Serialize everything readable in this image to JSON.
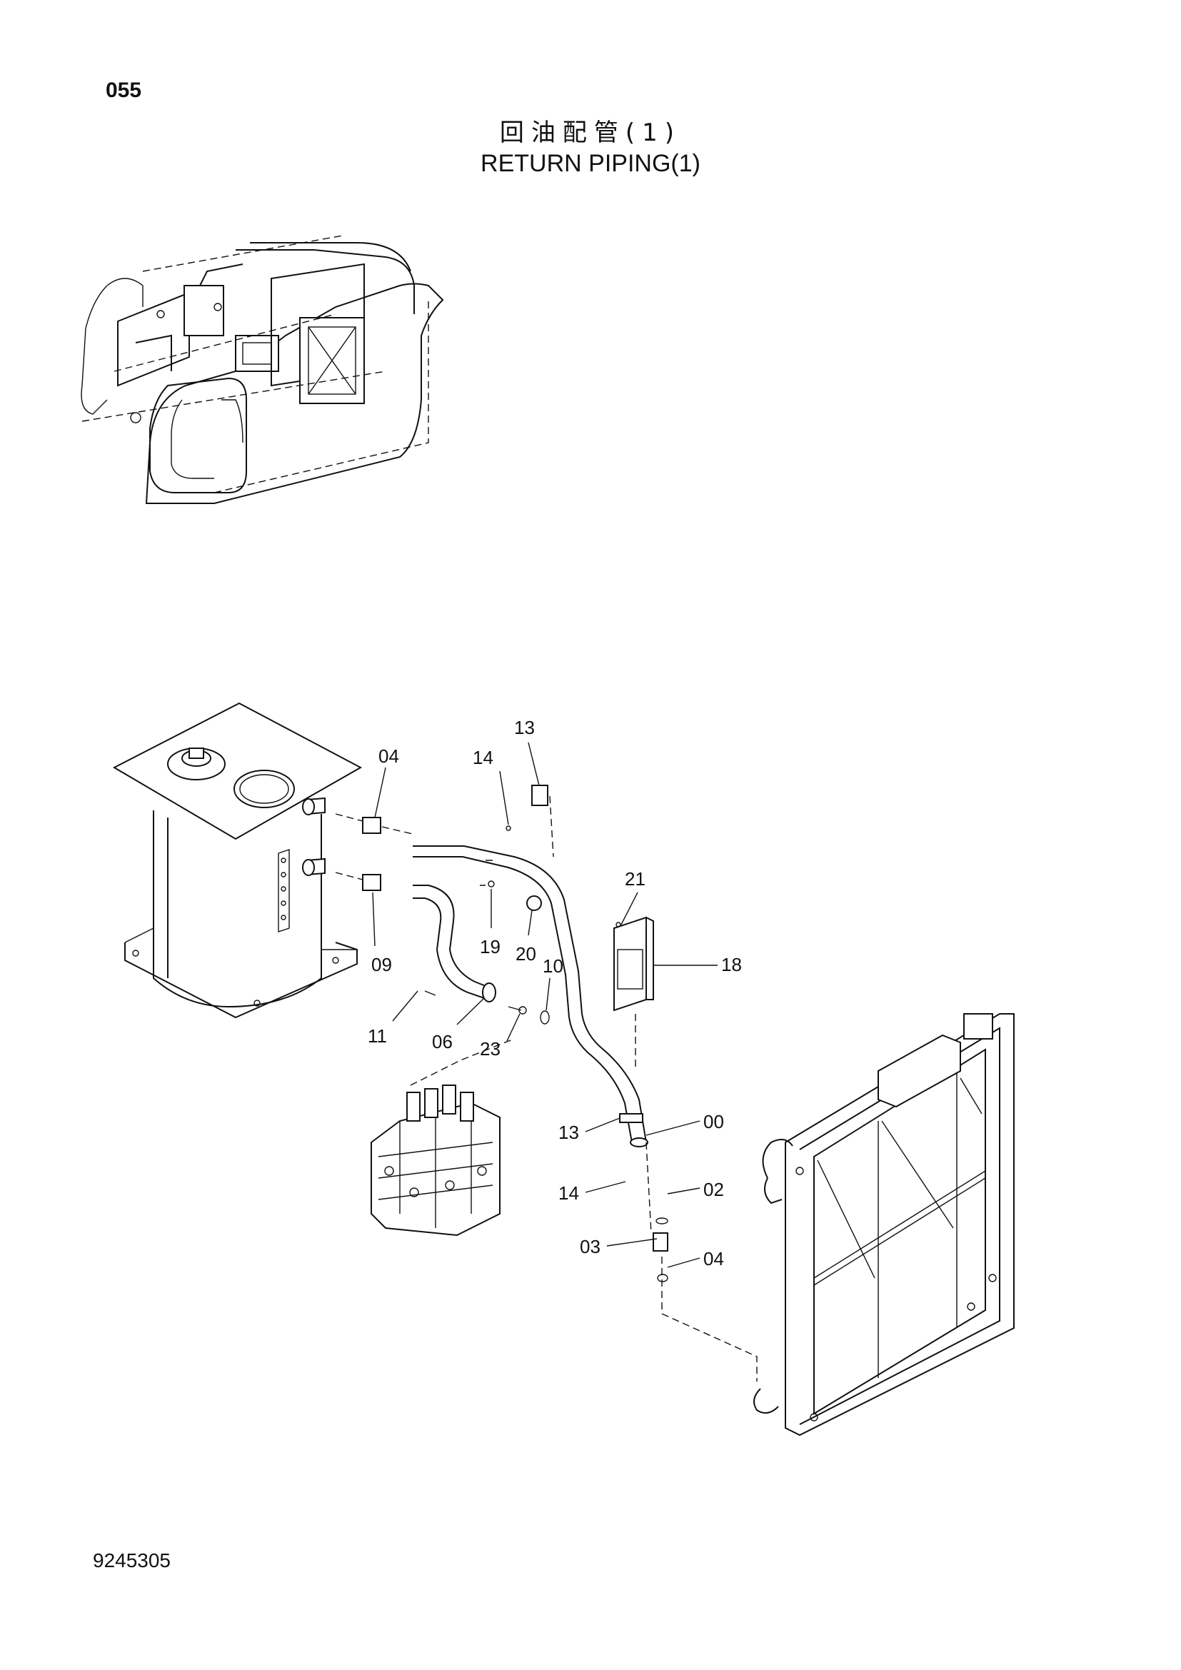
{
  "header": {
    "page_number": "055",
    "title_cn": "回油配管(1)",
    "title_en": "RETURN PIPING(1)"
  },
  "footer": {
    "doc_number": "9245305"
  },
  "callouts": [
    {
      "id": "c04a",
      "label": "04"
    },
    {
      "id": "c14a",
      "label": "14"
    },
    {
      "id": "c13a",
      "label": "13"
    },
    {
      "id": "c21",
      "label": "21"
    },
    {
      "id": "c09",
      "label": "09"
    },
    {
      "id": "c19",
      "label": "19"
    },
    {
      "id": "c20",
      "label": "20"
    },
    {
      "id": "c10",
      "label": "10"
    },
    {
      "id": "c18",
      "label": "18"
    },
    {
      "id": "c11",
      "label": "11"
    },
    {
      "id": "c06",
      "label": "06"
    },
    {
      "id": "c23",
      "label": "23"
    },
    {
      "id": "c13b",
      "label": "13"
    },
    {
      "id": "c00",
      "label": "00"
    },
    {
      "id": "c14b",
      "label": "14"
    },
    {
      "id": "c02",
      "label": "02"
    },
    {
      "id": "c03",
      "label": "03"
    },
    {
      "id": "c04b",
      "label": "04"
    }
  ]
}
